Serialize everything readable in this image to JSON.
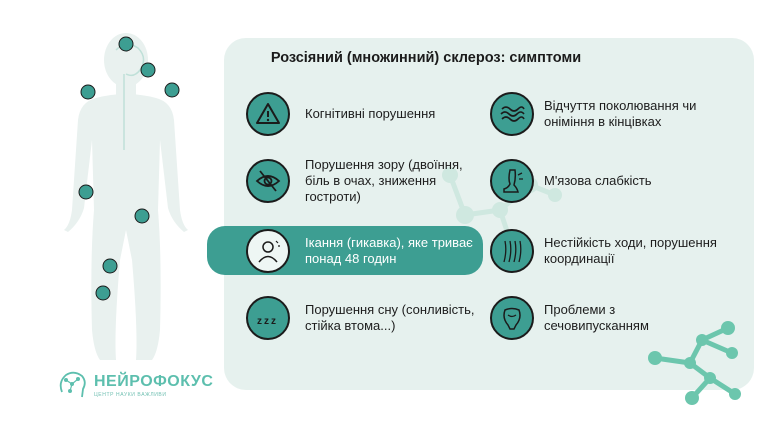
{
  "title": "Розсіяний (множинний) склероз: симптоми",
  "symptoms_left": [
    {
      "label": "Когнітивні порушення",
      "icon": "warning-icon"
    },
    {
      "label": "Порушення зору (двоїння, біль в очах, зниження гостроти)",
      "icon": "crossed-eye-icon"
    },
    {
      "label": "Ікання (гикавка), яке триває понад 48 годин",
      "icon": "hiccup-person-icon",
      "highlighted": true
    },
    {
      "label": "Порушення сну (сонливість, стійка втома...)",
      "icon": "zzz-sleep-icon"
    }
  ],
  "symptoms_right": [
    {
      "label": "Відчуття поколювання чи оніміння в кінцівках",
      "icon": "tingling-waves-icon"
    },
    {
      "label": "М'язова слабкість",
      "icon": "leg-muscle-icon"
    },
    {
      "label": "Нестійкість ходи, порушення координації",
      "icon": "nerves-icon"
    },
    {
      "label": "Проблеми з сечовипусканням",
      "icon": "bladder-icon"
    }
  ],
  "logo": {
    "name": "НЕЙРОФОКУС",
    "subtitle": "ЦЕНТР НАУКИ ВАЖЛИВИ"
  },
  "colors": {
    "teal": "#3d9e92",
    "light_teal": "#e6f1ee",
    "molecule": "#6cc6ad",
    "logo": "#5dbfae",
    "silhouette": "#e9f1ef"
  }
}
